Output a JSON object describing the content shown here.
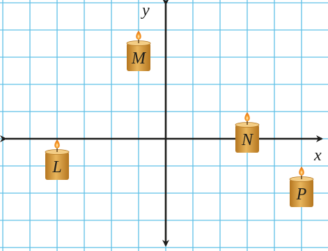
{
  "axes": {
    "x_label": "x",
    "y_label": "y"
  },
  "colors": {
    "grid": "#5fc0e6",
    "axis": "#1d1d1b",
    "candle_body": "#e8b55c",
    "candle_shade": "#b5761f",
    "flame": "#f7941d",
    "label": "#1d1d1b"
  },
  "points": [
    {
      "label": "M",
      "x": -1,
      "y": 3
    },
    {
      "label": "L",
      "x": -4,
      "y": -1
    },
    {
      "label": "N",
      "x": 3,
      "y": 0
    },
    {
      "label": "P",
      "x": 5,
      "y": -2
    }
  ]
}
